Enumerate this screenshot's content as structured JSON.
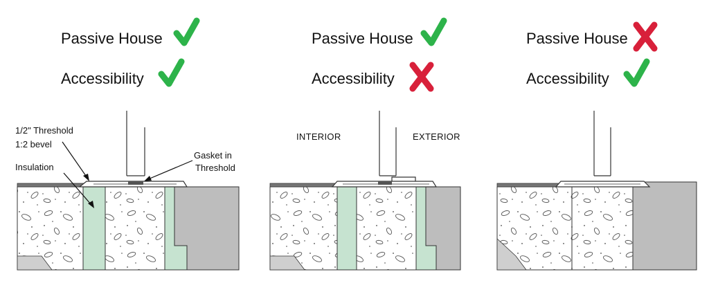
{
  "colors": {
    "check": "#2db34a",
    "cross": "#d8203a",
    "insulation": "#c6e3d0",
    "concrete": "#ffffff",
    "exterior_wall": "#bdbdbd",
    "slab_edge": "#cfcfcf",
    "line": "#333333"
  },
  "panels": [
    {
      "passive_house": {
        "label": "Passive House",
        "status": "pass",
        "icon": "check-icon"
      },
      "accessibility": {
        "label": "Accessibility",
        "status": "pass",
        "icon": "check-icon"
      },
      "annotations": {
        "threshold": "1/2\" Threshold",
        "bevel": "1:2 bevel",
        "insulation": "Insulation",
        "gasket_line1": "Gasket in",
        "gasket_line2": "Threshold"
      }
    },
    {
      "passive_house": {
        "label": "Passive House",
        "status": "pass",
        "icon": "check-icon"
      },
      "accessibility": {
        "label": "Accessibility",
        "status": "fail",
        "icon": "cross-icon"
      },
      "annotations": {
        "interior": "INTERIOR",
        "exterior": "EXTERIOR"
      }
    },
    {
      "passive_house": {
        "label": "Passive House",
        "status": "fail",
        "icon": "cross-icon"
      },
      "accessibility": {
        "label": "Accessibility",
        "status": "pass",
        "icon": "check-icon"
      },
      "annotations": {}
    }
  ]
}
